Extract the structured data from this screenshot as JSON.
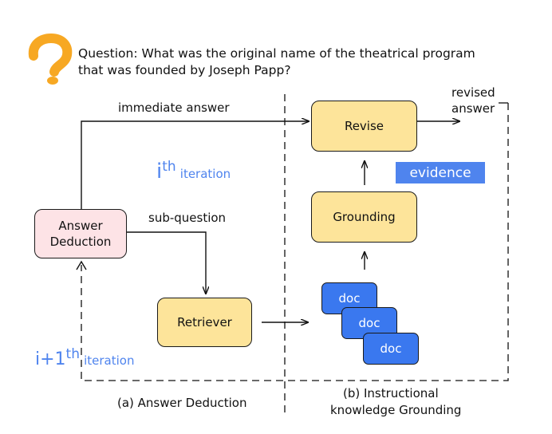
{
  "question": {
    "icon": "question-mark-icon",
    "icon_color": "#f7a823",
    "line1": "Question: What was the original name of the theatrical program",
    "line2": "that was founded by Joseph Papp?"
  },
  "edges": {
    "immediate_answer": "immediate answer",
    "sub_question": "sub-question",
    "revised_answer_line1": "revised",
    "revised_answer_line2": "answer"
  },
  "nodes": {
    "answer_deduction_line1": "Answer",
    "answer_deduction_line2": "Deduction",
    "retriever": "Retriever",
    "revise": "Revise",
    "grounding": "Grounding",
    "evidence": "evidence",
    "docs": [
      "doc",
      "doc",
      "doc"
    ]
  },
  "iterations": {
    "i": "i",
    "i_sup": "th",
    "i_word": "iteration",
    "i1": "i+1",
    "i1_sup": "th",
    "i1_word": "iteration"
  },
  "captions": {
    "a": "(a) Answer Deduction",
    "b_line1": "(b) Instructional",
    "b_line2": "knowledge Grounding"
  },
  "colors": {
    "yellow_fill": "#fde49a",
    "pink_fill": "#fde3e6",
    "doc_blue": "#3a78ef",
    "accent_blue": "#4f84ee"
  }
}
